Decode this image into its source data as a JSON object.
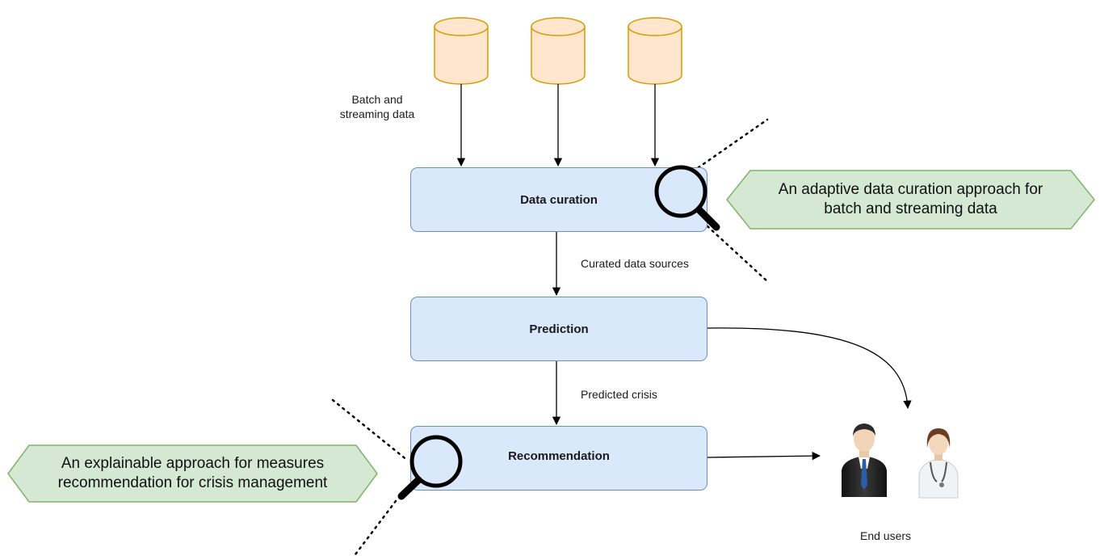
{
  "diagram": {
    "data_sources": {
      "label": "Batch and\nstreaming data",
      "count": 3,
      "icon": "database-icon",
      "fill": "#ffe6cc",
      "stroke": "#d79b00"
    },
    "stages": {
      "curation": {
        "label": "Data curation"
      },
      "prediction": {
        "label": "Prediction"
      },
      "recommendation": {
        "label": "Recommendation"
      }
    },
    "edges": {
      "curated": "Curated data sources",
      "predicted": "Predicted crisis"
    },
    "callouts": {
      "curation": "An adaptive data curation approach for\nbatch and streaming data",
      "recommendation": "An explainable approach for measures\nrecommendation for crisis management"
    },
    "end_users": {
      "label": "End users",
      "icons": [
        "businessman-icon",
        "doctor-icon"
      ]
    },
    "colors": {
      "box_fill": "#dae8fc",
      "box_stroke": "#6c8ebf",
      "callout_fill": "#d5e8d4",
      "callout_stroke": "#82b366"
    }
  }
}
